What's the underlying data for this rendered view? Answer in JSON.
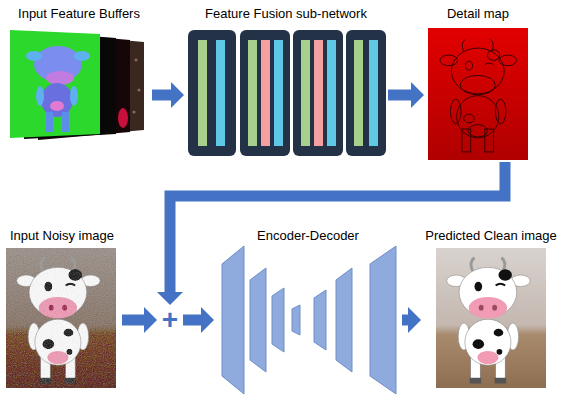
{
  "diagram": {
    "nodes": [
      {
        "text": [
          "Input Feature Buffers"
        ]
      },
      {
        "text": [
          "Feature Fusion sub-network"
        ]
      },
      {
        "text": [
          "Detail map"
        ]
      },
      {
        "text": [
          "Input Noisy image"
        ]
      },
      {
        "text": [
          "+"
        ]
      },
      {
        "text": [
          "Encoder-Decoder"
        ]
      },
      {
        "text": [
          "Predicted Clean image"
        ]
      }
    ],
    "edges": [
      {
        "from": 0,
        "to": 1,
        "arrow": "to"
      },
      {
        "from": 1,
        "to": 2,
        "arrow": "to"
      },
      {
        "from": 2,
        "to": 4,
        "arrow": "to"
      },
      {
        "from": 3,
        "to": 4,
        "arrow": "to"
      },
      {
        "from": 4,
        "to": 5,
        "arrow": "to"
      },
      {
        "from": 5,
        "to": 6,
        "arrow": "to"
      }
    ]
  }
}
